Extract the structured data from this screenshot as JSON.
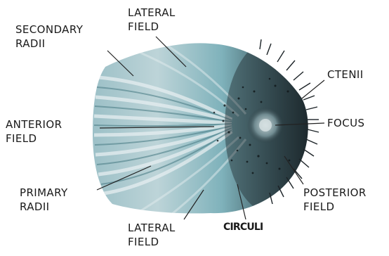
{
  "labels": {
    "lateral_top": [
      "LATERAL",
      "FIELD"
    ],
    "secondary_radii": [
      "SECONDARY",
      "RADII"
    ],
    "ctenii": "CTENII",
    "anterior_field": [
      "ANTERIOR",
      "FIELD"
    ],
    "focus": "FOCUS",
    "primary_radii": [
      "PRIMARY",
      "RADII"
    ],
    "posterior_field": [
      "POSTERIOR",
      "FIELD"
    ],
    "lateral_bottom": [
      "LATERAL",
      "FIELD"
    ],
    "circuli": "CIRCULI"
  },
  "colors": {
    "scale_light": "#d6e3e6",
    "scale_mid": "#7fb2bb",
    "scale_teal": "#5f9ea8",
    "scale_dark": "#2d3d42",
    "ctenii": "#1b2226",
    "leader_line": "#222222"
  }
}
